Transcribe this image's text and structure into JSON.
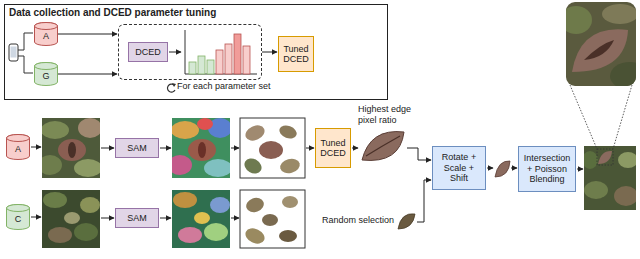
{
  "diagram": {
    "nodes": [
      {
        "text": [
          "Data collection and DCED parameter tuning"
        ]
      },
      {
        "text": [
          "A"
        ],
        "in": 0
      },
      {
        "text": [
          "G"
        ],
        "in": 0
      },
      {
        "text": [
          "For each parameter set"
        ],
        "in": 0
      },
      {
        "text": [
          "DCED"
        ],
        "in": 3
      },
      {
        "text": [
          "Tuned DCED"
        ],
        "in": 0
      },
      {
        "text": [
          "A"
        ]
      },
      {
        "text": [
          "SAM"
        ]
      },
      {
        "text": [
          "Tuned DCED"
        ]
      },
      {
        "text": [
          "C"
        ]
      },
      {
        "text": [
          "SAM"
        ]
      },
      {
        "text": [
          "Rotate + Scale + Shift"
        ]
      },
      {
        "text": [
          "Intersection + Poisson Blending"
        ]
      }
    ],
    "edges": [
      {
        "from": 1,
        "to": 3,
        "arrow": "to"
      },
      {
        "from": 2,
        "to": 3,
        "arrow": "to"
      },
      {
        "from": 3,
        "to": 5,
        "arrow": "to"
      }
    ],
    "labels": [
      "Highest edge pixel ratio",
      "Random selection"
    ]
  }
}
